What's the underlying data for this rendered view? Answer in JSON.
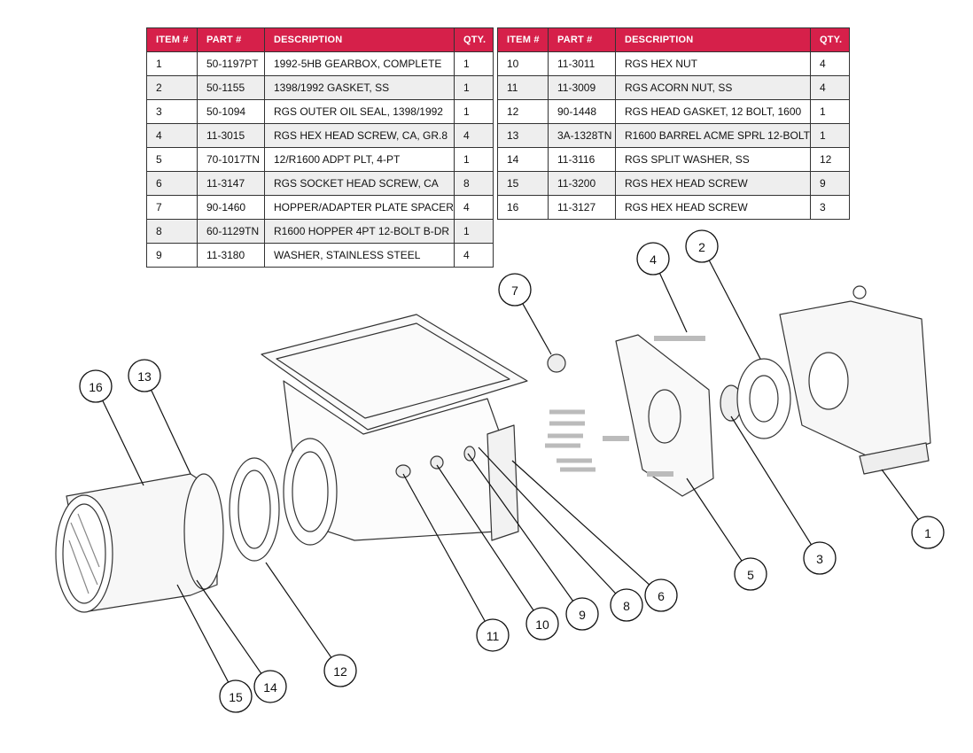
{
  "table_headers": {
    "item": "ITEM #",
    "part": "PART #",
    "description": "DESCRIPTION",
    "qty": "QTY."
  },
  "parts_left": [
    {
      "item": "1",
      "part": "50-1197PT",
      "description": "1992-5HB GEARBOX, COMPLETE",
      "qty": "1"
    },
    {
      "item": "2",
      "part": "50-1155",
      "description": "1398/1992 GASKET, SS",
      "qty": "1"
    },
    {
      "item": "3",
      "part": "50-1094",
      "description": "RGS OUTER OIL SEAL, 1398/1992",
      "qty": "1"
    },
    {
      "item": "4",
      "part": "11-3015",
      "description": "RGS HEX HEAD SCREW, CA, GR.8",
      "qty": "4"
    },
    {
      "item": "5",
      "part": "70-1017TN",
      "description": "12/R1600 ADPT PLT, 4-PT",
      "qty": "1"
    },
    {
      "item": "6",
      "part": "11-3147",
      "description": "RGS SOCKET HEAD SCREW, CA",
      "qty": "8"
    },
    {
      "item": "7",
      "part": "90-1460",
      "description": "HOPPER/ADAPTER PLATE SPACER",
      "qty": "4"
    },
    {
      "item": "8",
      "part": "60-1129TN",
      "description": "R1600 HOPPER 4PT 12-BOLT B-DR",
      "qty": "1"
    },
    {
      "item": "9",
      "part": "11-3180",
      "description": "WASHER, STAINLESS STEEL",
      "qty": "4"
    }
  ],
  "parts_right": [
    {
      "item": "10",
      "part": "11-3011",
      "description": "RGS HEX NUT",
      "qty": "4"
    },
    {
      "item": "11",
      "part": "11-3009",
      "description": "RGS ACORN NUT, SS",
      "qty": "4"
    },
    {
      "item": "12",
      "part": "90-1448",
      "description": "RGS HEAD GASKET, 12 BOLT, 1600",
      "qty": "1"
    },
    {
      "item": "13",
      "part": "3A-1328TN",
      "description": "R1600 BARREL ACME SPRL 12-BOLT",
      "qty": "1"
    },
    {
      "item": "14",
      "part": "11-3116",
      "description": "RGS SPLIT WASHER, SS",
      "qty": "12"
    },
    {
      "item": "15",
      "part": "11-3200",
      "description": "RGS HEX HEAD SCREW",
      "qty": "9"
    },
    {
      "item": "16",
      "part": "11-3127",
      "description": "RGS HEX HEAD SCREW",
      "qty": "3"
    }
  ],
  "callouts": [
    "1",
    "2",
    "3",
    "4",
    "5",
    "6",
    "7",
    "8",
    "9",
    "10",
    "11",
    "12",
    "13",
    "14",
    "15",
    "16"
  ],
  "colors": {
    "header": "#d6204a",
    "stripe": "#eeeeee"
  }
}
